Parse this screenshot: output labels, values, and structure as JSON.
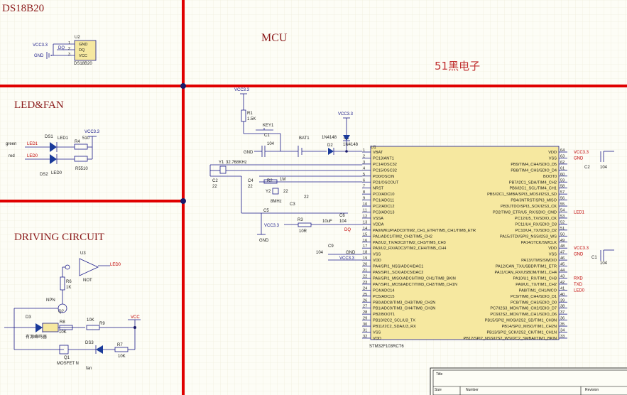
{
  "sections": {
    "ds18b20": "DS18B20",
    "ledfan": "LED&FAN",
    "driving": "DRIVING CIRCUIT",
    "mcu": "MCU",
    "brand": "51黑电子"
  },
  "ds18b20": {
    "ref": "U2",
    "part": "DS18B20",
    "pins": [
      "GND",
      "DQ",
      "VCC"
    ],
    "pin_numbers": [
      "1",
      "2",
      "3"
    ],
    "vcc": "VCC3.3",
    "gnd": "GND",
    "dq_net": "DQ"
  },
  "ledfan": {
    "vcc": "VCC3.3",
    "ds1": "DS1",
    "led1": "LED1",
    "r4": "R4",
    "r4_val": "510",
    "r5_val": "R5510",
    "ds2": "DS2",
    "led0": "LED0",
    "green": "green",
    "red": "red",
    "net_led1": "LED1",
    "net_led0": "LED0"
  },
  "driving": {
    "u3": "U3",
    "not": "NOT",
    "led0_net": "LED0",
    "r6": "R6",
    "r6_val": "1K",
    "npn": "NPN",
    "q2": "Q2",
    "d3": "D3",
    "buzzer": "有源蜂鸣器",
    "r8": "R8",
    "r8_val": "10K",
    "r9": "R9",
    "r9_val": "10K",
    "vcc": "VCC",
    "q1": "Q1",
    "mosfet": "MOSFET N",
    "ds3": "DS3",
    "r7": "R7",
    "r7_val": "10K",
    "fan": "fan"
  },
  "mcu_periph": {
    "vcc1": "VCC3.3",
    "r1": "R1",
    "r1_val": "1.5K",
    "key1": "KEY1",
    "c1": "C1",
    "c1_val": "104",
    "gnd1": "GND",
    "bat1": "BAT1",
    "d2": "D2",
    "diode1": "1N4148",
    "vcc2": "VCC3.3",
    "d1": "D1",
    "diode2": "1N4148",
    "y1": "Y1",
    "y1_val": "32.768KHz",
    "c2": "C2",
    "c2_val": "22",
    "c4": "C4",
    "c4_val": "22",
    "r2": "R2",
    "r2_val": "1M",
    "y2": "Y2",
    "y2_val": "8MHz",
    "c3": "C3",
    "c3_val": "22",
    "c5": "C5",
    "c5_val": "22",
    "r3": "R3",
    "r3_val": "10R",
    "c7_val": "10uF",
    "c6": "C6",
    "c6_val": "104",
    "vcc3": "VCC3.3",
    "gnd2": "GND",
    "c9": "C9",
    "c9_val": "104",
    "gnd3": "GND",
    "vcc4": "VCC3.3",
    "dq": "DQ"
  },
  "u1": {
    "ref": "U1",
    "part": "STM32F103RCT6",
    "left": [
      {
        "n": "1",
        "name": "VBAT"
      },
      {
        "n": "2",
        "name": "PC13/ANT1"
      },
      {
        "n": "3",
        "name": "PC14/OSC32"
      },
      {
        "n": "4",
        "name": "PC15/OSC32"
      },
      {
        "n": "5",
        "name": "PD0/OSCIN"
      },
      {
        "n": "6",
        "name": "PD1/OSCOUT"
      },
      {
        "n": "7",
        "name": "NRST"
      },
      {
        "n": "8",
        "name": "PC0/ADC10"
      },
      {
        "n": "9",
        "name": "PC1/ADC11"
      },
      {
        "n": "10",
        "name": "PC2/ADC12"
      },
      {
        "n": "11",
        "name": "PC3/ADC13"
      },
      {
        "n": "12",
        "name": "VSSA"
      },
      {
        "n": "13",
        "name": "VDDA"
      },
      {
        "n": "14",
        "name": "PA0/WKUP/ADC0/TIM2_CH1_ETR/TIM5_CH1/TIM8_ETR"
      },
      {
        "n": "15",
        "name": "PA1/ADC1/TIM2_CH2/TIM5_CH2"
      },
      {
        "n": "16",
        "name": "PA2/U2_TX/ADC2/TIM2_CH3/TIM5_CH3"
      },
      {
        "n": "17",
        "name": "PA3/U2_RX/ADC3/TIM2_CH4/TIM5_CH4"
      },
      {
        "n": "18",
        "name": "VSS"
      },
      {
        "n": "19",
        "name": "VDD"
      },
      {
        "n": "20",
        "name": "PA4/SPI1_NSS/ADC4/DAC1"
      },
      {
        "n": "21",
        "name": "PA5/SPI1_SCK/ADC5/DAC2"
      },
      {
        "n": "22",
        "name": "PA6/SPI1_MISO/ADC6/TIM3_CH1/TIM8_BKIN"
      },
      {
        "n": "23",
        "name": "PA7/SPI1_MOSI/ADC7/TIM3_CH2/TIM8_CH1N"
      },
      {
        "n": "24",
        "name": "PC4/ADC14"
      },
      {
        "n": "25",
        "name": "PC5/ADC15"
      },
      {
        "n": "26",
        "name": "PB0/ADC8/TIM3_CH3/TIM8_CH2N"
      },
      {
        "n": "27",
        "name": "PB1/ADC9/TIM3_CH4/TIM8_CH3N"
      },
      {
        "n": "28",
        "name": "PB2/BOOT1"
      },
      {
        "n": "29",
        "name": "PB10/I2C2_SCL/U3_TX"
      },
      {
        "n": "30",
        "name": "PB11/I2C2_SDA/U3_RX"
      },
      {
        "n": "31",
        "name": "VSS"
      },
      {
        "n": "32",
        "name": "VDD"
      }
    ],
    "right": [
      {
        "n": "64",
        "name": "VDD"
      },
      {
        "n": "63",
        "name": "VSS"
      },
      {
        "n": "62",
        "name": "PB9/TIM4_CH4/SDIO_D5"
      },
      {
        "n": "61",
        "name": "PB8/TIM4_CH3/SDIO_D4"
      },
      {
        "n": "60",
        "name": "BOOT0"
      },
      {
        "n": "59",
        "name": "PB7/I2C1_SDA/TIM4_CH2"
      },
      {
        "n": "58",
        "name": "PB6/I2C1_SCL/TIM4_CH1"
      },
      {
        "n": "57",
        "name": "PB5/I2C1_SMBA/SPI3_MOSI/I2S3_SD"
      },
      {
        "n": "56",
        "name": "PB4/JNTRST/SPI3_MISO"
      },
      {
        "n": "55",
        "name": "PB3/JTDO/SPI3_SCK/I2S3_CK"
      },
      {
        "n": "54",
        "name": "PD2/TIM3_ETR/U5_RX/SDIO_CMD"
      },
      {
        "n": "53",
        "name": "PC12/U5_TX/SDIO_CK"
      },
      {
        "n": "52",
        "name": "PC11/U4_RX/SDIO_D3"
      },
      {
        "n": "51",
        "name": "PC10/U4_TX/SDIO_D2"
      },
      {
        "n": "50",
        "name": "PA15/JTDI/SPI3_NSS/I2S3_WS"
      },
      {
        "n": "49",
        "name": "PA14/JTCK/SWCLK"
      },
      {
        "n": "48",
        "name": "VDD"
      },
      {
        "n": "47",
        "name": "VSS"
      },
      {
        "n": "46",
        "name": "PA13/JTMS/SWDIO"
      },
      {
        "n": "45",
        "name": "PA12/CAN_TX/USBDP/TIM1_ETR"
      },
      {
        "n": "44",
        "name": "PA11/CAN_RX/USBDM/TIM1_CH4"
      },
      {
        "n": "43",
        "name": "PA10/U1_RX/TIM1_CH3"
      },
      {
        "n": "42",
        "name": "PA9/U1_TX/TIM1_CH2"
      },
      {
        "n": "41",
        "name": "PA8/TIM1_CH1/MCO"
      },
      {
        "n": "40",
        "name": "PC9/TIM8_CH4/SDIO_D1"
      },
      {
        "n": "39",
        "name": "PC8/TIM8_CH3/SDIO_D0"
      },
      {
        "n": "38",
        "name": "PC7/I2S3_MCK/TIM8_CH2/SDIO_D7"
      },
      {
        "n": "37",
        "name": "PC6/I2S2_MCK/TIM8_CH1/SDIO_D6"
      },
      {
        "n": "36",
        "name": "PB15/SPI2_MOSI/I2S2_SD/TIM1_CH3N"
      },
      {
        "n": "35",
        "name": "PB14/SPI2_MISO/TIM1_CH2N"
      },
      {
        "n": "34",
        "name": "PB13/SPI2_SCK/I2S2_CK/TIM1_CH1N"
      },
      {
        "n": "33",
        "name": "PB12/SPI2_NSS/I2S2_WS/I2C2_SMBAI/TIM1_BKIN"
      }
    ],
    "right_nets": [
      {
        "row": 0,
        "text": "VCC3.3"
      },
      {
        "row": 1,
        "text": "GND"
      },
      {
        "row": 10,
        "text": "LED1"
      },
      {
        "row": 16,
        "text": "VCC3.3"
      },
      {
        "row": 17,
        "text": "GND"
      },
      {
        "row": 21,
        "text": "RXD"
      },
      {
        "row": 22,
        "text": "TXD"
      },
      {
        "row": 23,
        "text": "LED0"
      }
    ],
    "c2r": "C2",
    "c2r_val": "104",
    "c1r": "C1",
    "c1r_val": "104"
  },
  "titleblock": {
    "title": "Title",
    "size": "Size",
    "number": "Number",
    "revision": "Revision"
  }
}
